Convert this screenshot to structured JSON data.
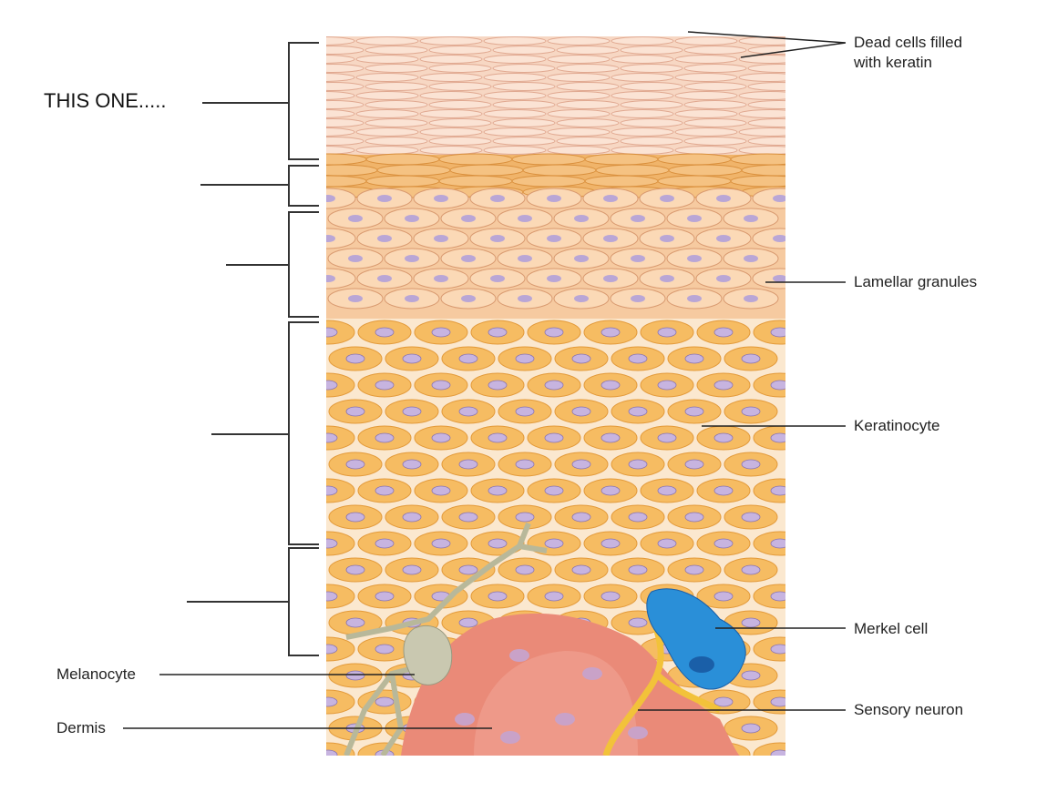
{
  "annotation": "THIS ONE.....",
  "labels": {
    "dead_cells": [
      "Dead cells filled",
      "with keratin"
    ],
    "lamellar": "Lamellar granules",
    "keratinocyte": "Keratinocyte",
    "merkel": "Merkel cell",
    "sensory": "Sensory neuron",
    "melanocyte": "Melanocyte",
    "dermis": "Dermis"
  },
  "colors": {
    "corneum": "#f7d7c3",
    "lucidum": "#f0b46a",
    "granulosum": "#f6caa0",
    "spinosum": "#f6bc62",
    "dermis": "#ea8a78",
    "merkel": "#2a8fd8",
    "nucleus": "#b9a6d6"
  }
}
